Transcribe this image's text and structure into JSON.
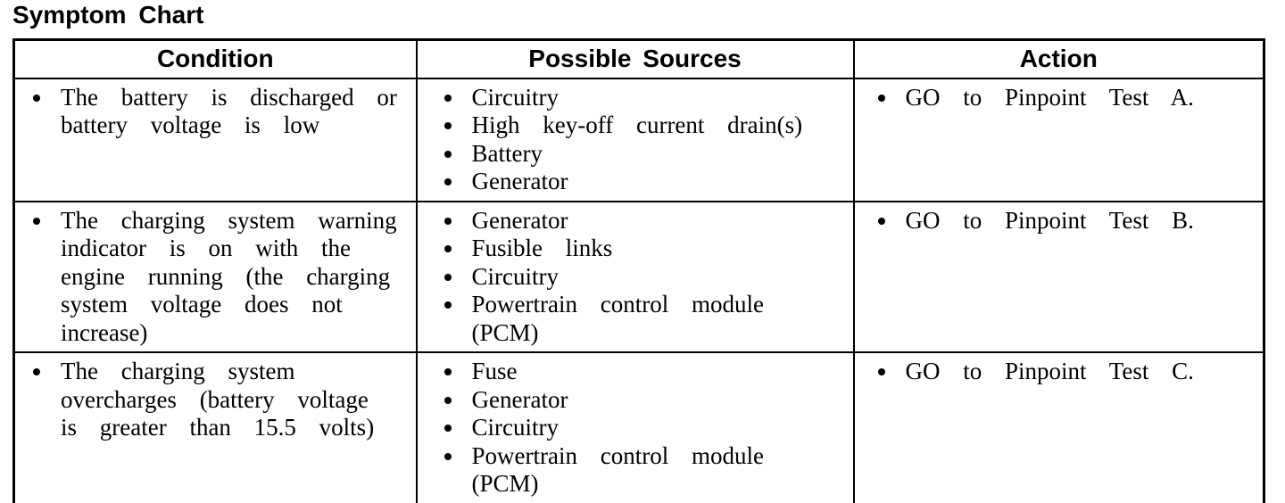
{
  "page": {
    "title": "Symptom Chart"
  },
  "table": {
    "headers": [
      "Condition",
      "Possible Sources",
      "Action"
    ],
    "rows": [
      {
        "condition": [
          "The battery is discharged or battery voltage is low"
        ],
        "sources": [
          "Circuitry",
          "High key-off current drain(s)",
          "Battery",
          "Generator"
        ],
        "action": [
          "GO to Pinpoint Test A."
        ]
      },
      {
        "condition": [
          "The charging system warning indicator is on with the engine running (the charging system voltage does not increase)"
        ],
        "sources": [
          "Generator",
          "Fusible links",
          "Circuitry",
          "Powertrain control module (PCM)"
        ],
        "action": [
          "GO to Pinpoint Test B."
        ]
      },
      {
        "condition": [
          "The charging system overcharges (battery voltage is greater than 15.5 volts)"
        ],
        "sources": [
          "Fuse",
          "Generator",
          "Circuitry",
          "Powertrain control module (PCM)"
        ],
        "action": [
          "GO to Pinpoint Test C."
        ]
      }
    ]
  },
  "icons": {
    "bullet": "•"
  },
  "colors": {
    "text": "#000000",
    "background": "#ffffff",
    "border": "#000000"
  }
}
